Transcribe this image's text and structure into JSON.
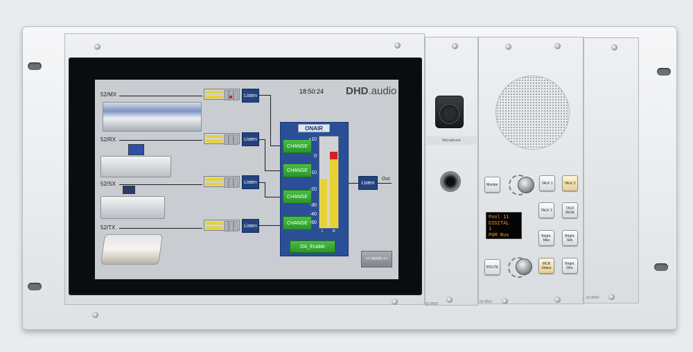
{
  "screen": {
    "time": "18:50:24",
    "brand_main": "DHD",
    "brand_suffix": ".audio",
    "sources": [
      {
        "label": "52/MX",
        "button": "Listen"
      },
      {
        "label": "52/RX",
        "button": "Listen"
      },
      {
        "label": "52/SX",
        "button": "Listen"
      },
      {
        "label": "52/TX",
        "button": "Listen"
      }
    ],
    "onair_panel": {
      "title": "ONAIR",
      "change_buttons": [
        "CHANGE",
        "CHANGE",
        "CHANGE",
        "CHANGE"
      ],
      "enable_button": "OA_Enable",
      "scale": [
        "+10",
        "0",
        "-10",
        "-20",
        "-30",
        "-40",
        "-60"
      ],
      "scale_lr": [
        "L",
        "R"
      ]
    },
    "out_button": "Listen",
    "out_label": "Out",
    "main_button": "<< MAIN <<"
  },
  "mic_panel": {
    "label": "Microphone",
    "model": "52-8592"
  },
  "control_panel": {
    "model": "52-8521",
    "keys": {
      "monitor": "Monitor",
      "talk1": "TALK 1",
      "talk2": "TALK 2",
      "talk3": "TALK 3",
      "talk_desk": "TALK DESK",
      "bright_max": "Bright. Max",
      "bright_std": "Bright. Std.",
      "route": "ROUTE",
      "mcr_status": "MCR Status",
      "bright_dim": "Bright. Dim."
    },
    "display_lines": [
      "Pool 11",
      "DIGITAL",
      "1",
      "PGM Bus"
    ]
  },
  "blank_panel": {
    "model": "52-8560"
  },
  "colors": {
    "screen_bg": "#c9ccd0",
    "listen_button": "#23437f",
    "onair_panel": "#2a4f96",
    "change_button": "#2a9527",
    "meter_yellow": "#e8d230",
    "meter_red": "#d42020",
    "display_text": "#f39a1e"
  }
}
